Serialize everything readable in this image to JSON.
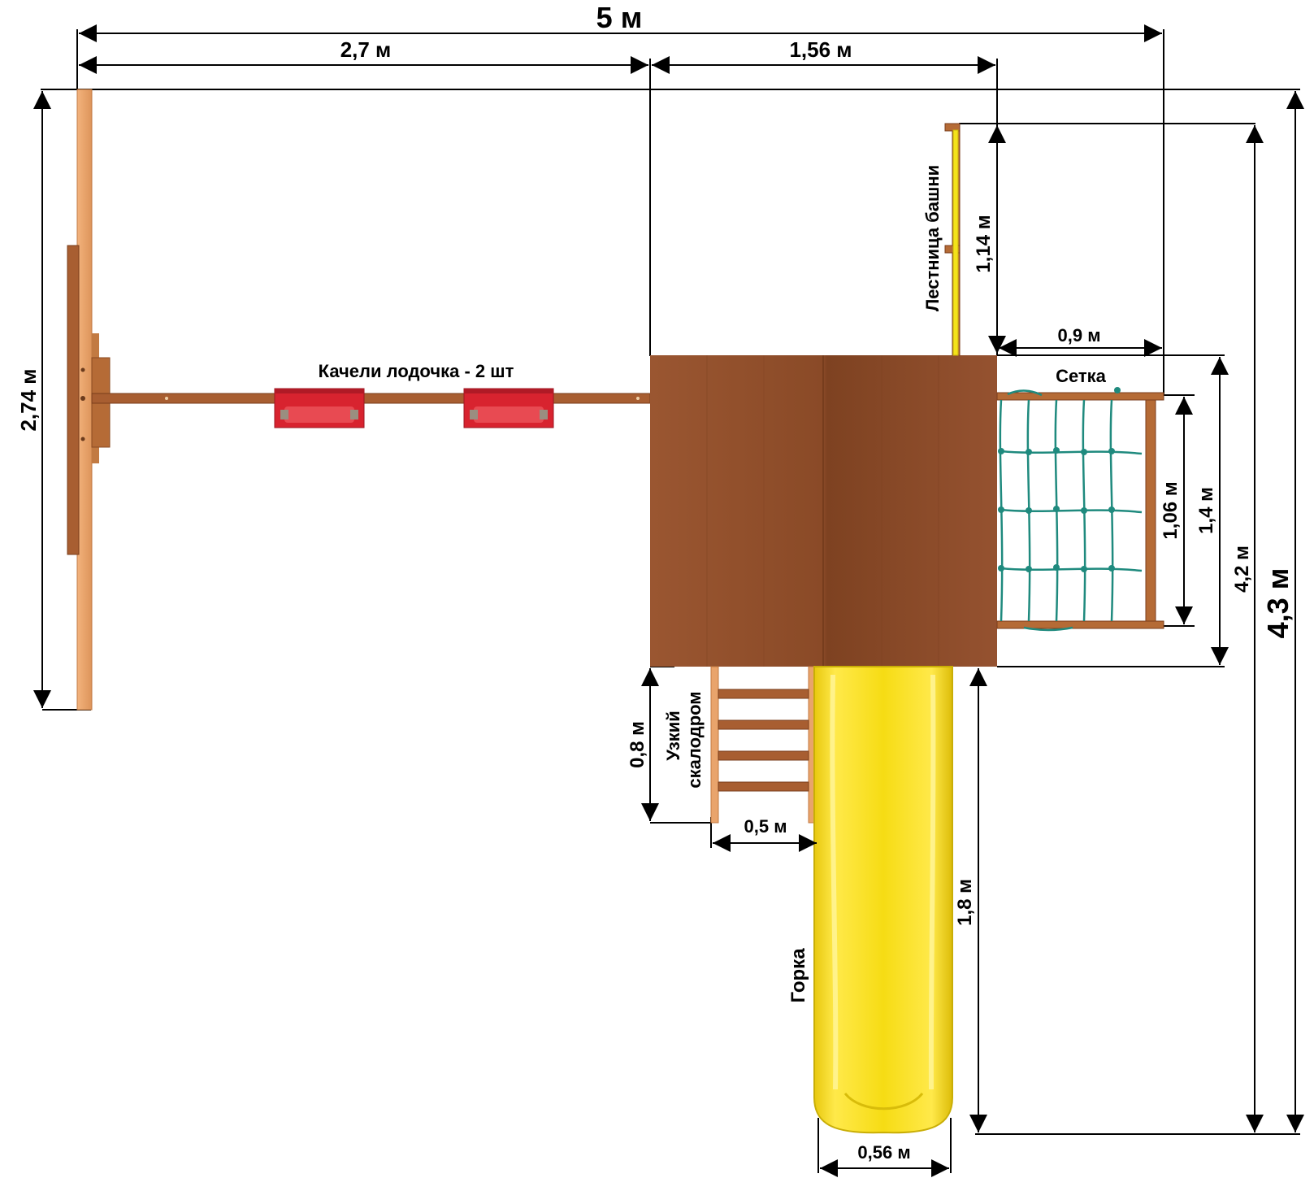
{
  "dimensions": {
    "total_width": "5 м",
    "swing_length": "2,7 м",
    "tower_width": "1,56 м",
    "swing_frame_width": "2,74 м",
    "total_depth": "4,3 м",
    "tower_plus_slide_depth": "4,2 м",
    "net_section": "1,4 м",
    "net_inner": "1,06 м",
    "net_offset": "0,9 м",
    "tower_ladder": "1,14 м",
    "climber_depth": "0,8 м",
    "climber_width": "0,5 м",
    "slide_length": "1,8 м",
    "slide_width": "0,56 м"
  },
  "labels": {
    "swings": "Качели лодочка - 2 шт",
    "net": "Сетка",
    "tower_ladder": "Лестница башни",
    "climber_line1": "Узкий",
    "climber_line2": "скалодром",
    "slide": "Горка"
  },
  "colors": {
    "wood_dark": "#8a4a26",
    "wood_light": "#e9a46c",
    "swing_red": "#d8232f",
    "slide_yellow": "#f4e21a",
    "net_teal": "#1f8a7e"
  }
}
